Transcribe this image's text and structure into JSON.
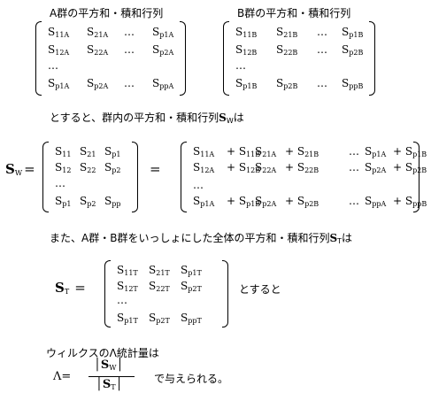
{
  "matA": {
    "label": "A群の平方和・積和行列",
    "rows": [
      [
        {
          "b": "S",
          "s": "11A"
        },
        {
          "b": "S",
          "s": "21A"
        },
        {
          "b": "…",
          "s": ""
        },
        {
          "b": "S",
          "s": "p1A"
        }
      ],
      [
        {
          "b": "S",
          "s": "12A"
        },
        {
          "b": "S",
          "s": "22A"
        },
        {
          "b": "…",
          "s": ""
        },
        {
          "b": "S",
          "s": "p2A"
        }
      ],
      [
        {
          "b": "…",
          "s": ""
        }
      ],
      [
        {
          "b": "S",
          "s": "p1A"
        },
        {
          "b": "S",
          "s": "p2A"
        },
        {
          "b": "…",
          "s": ""
        },
        {
          "b": "S",
          "s": "ppA"
        }
      ]
    ]
  },
  "matB": {
    "label": "B群の平方和・積和行列",
    "rows": [
      [
        {
          "b": "S",
          "s": "11B"
        },
        {
          "b": "S",
          "s": "21B"
        },
        {
          "b": "…",
          "s": ""
        },
        {
          "b": "S",
          "s": "p1B"
        }
      ],
      [
        {
          "b": "S",
          "s": "12B"
        },
        {
          "b": "S",
          "s": "22B"
        },
        {
          "b": "…",
          "s": ""
        },
        {
          "b": "S",
          "s": "p2B"
        }
      ],
      [
        {
          "b": "…",
          "s": ""
        }
      ],
      [
        {
          "b": "S",
          "s": "p1B"
        },
        {
          "b": "S",
          "s": "p2B"
        },
        {
          "b": "…",
          "s": ""
        },
        {
          "b": "S",
          "s": "ppB"
        }
      ]
    ]
  },
  "text_within": {
    "prefix": "とすると、群内の平方和・積和行列",
    "sym": "S",
    "sub": "W",
    "suffix": "は"
  },
  "sw_label": {
    "sym": "S",
    "sub": "W",
    "eq": "="
  },
  "matW": {
    "rows": [
      [
        {
          "b": "S",
          "s": "11"
        },
        {
          "b": "S",
          "s": "21"
        },
        {
          "b": "S",
          "s": "p1"
        }
      ],
      [
        {
          "b": "S",
          "s": "12"
        },
        {
          "b": "S",
          "s": "22"
        },
        {
          "b": "S",
          "s": "p2"
        }
      ],
      [
        {
          "b": "…",
          "s": ""
        }
      ],
      [
        {
          "b": "S",
          "s": "p1"
        },
        {
          "b": "S",
          "s": "p2"
        },
        {
          "b": "S",
          "s": "pp"
        }
      ]
    ]
  },
  "eq2": "=",
  "matSum": {
    "rows": [
      [
        {
          "b": "S",
          "s": "11A"
        },
        {
          "b": "+ S",
          "s": "11B"
        },
        {
          "b": "S",
          "s": "21A"
        },
        {
          "b": "+ S",
          "s": "21B"
        },
        {
          "b": "…",
          "s": ""
        },
        {
          "b": "S",
          "s": "p1A"
        },
        {
          "b": "+ S",
          "s": "p1B"
        }
      ],
      [
        {
          "b": "S",
          "s": "12A"
        },
        {
          "b": "+ S",
          "s": "12B"
        },
        {
          "b": "S",
          "s": "22A"
        },
        {
          "b": "+ S",
          "s": "22B"
        },
        {
          "b": "…",
          "s": ""
        },
        {
          "b": "S",
          "s": "p2A"
        },
        {
          "b": "+ S",
          "s": "p2B"
        }
      ],
      [
        {
          "b": "…",
          "s": ""
        }
      ],
      [
        {
          "b": "S",
          "s": "p1A"
        },
        {
          "b": "+ S",
          "s": "p1B"
        },
        {
          "b": "S",
          "s": "p2A"
        },
        {
          "b": "+ S",
          "s": "p2B"
        },
        {
          "b": "…",
          "s": ""
        },
        {
          "b": "S",
          "s": "ppA"
        },
        {
          "b": "+ S",
          "s": "ppB"
        }
      ]
    ]
  },
  "text_total": {
    "prefix": "また、A群・B群をいっしょにした全体の平方和・積和行列",
    "sym": "S",
    "sub": "T",
    "suffix": "は"
  },
  "st_label": {
    "sym": "S",
    "sub": "T",
    "eq": "="
  },
  "matT": {
    "rows": [
      [
        {
          "b": "S",
          "s": "11T"
        },
        {
          "b": "S",
          "s": "21T"
        },
        {
          "b": "S",
          "s": "p1T"
        }
      ],
      [
        {
          "b": "S",
          "s": "12T"
        },
        {
          "b": "S",
          "s": "22T"
        },
        {
          "b": "S",
          "s": "p2T"
        }
      ],
      [
        {
          "b": "…",
          "s": ""
        }
      ],
      [
        {
          "b": "S",
          "s": "p1T"
        },
        {
          "b": "S",
          "s": "p2T"
        },
        {
          "b": "S",
          "s": "ppT"
        }
      ]
    ]
  },
  "text_then": "とすると",
  "wilks": {
    "intro": "ウィルクスのΛ統計量は",
    "lambda_eq": "Λ=",
    "num": {
      "sym": "S",
      "sub": "W"
    },
    "den": {
      "sym": "S",
      "sub": "T"
    },
    "suffix": "で与えられる。"
  }
}
